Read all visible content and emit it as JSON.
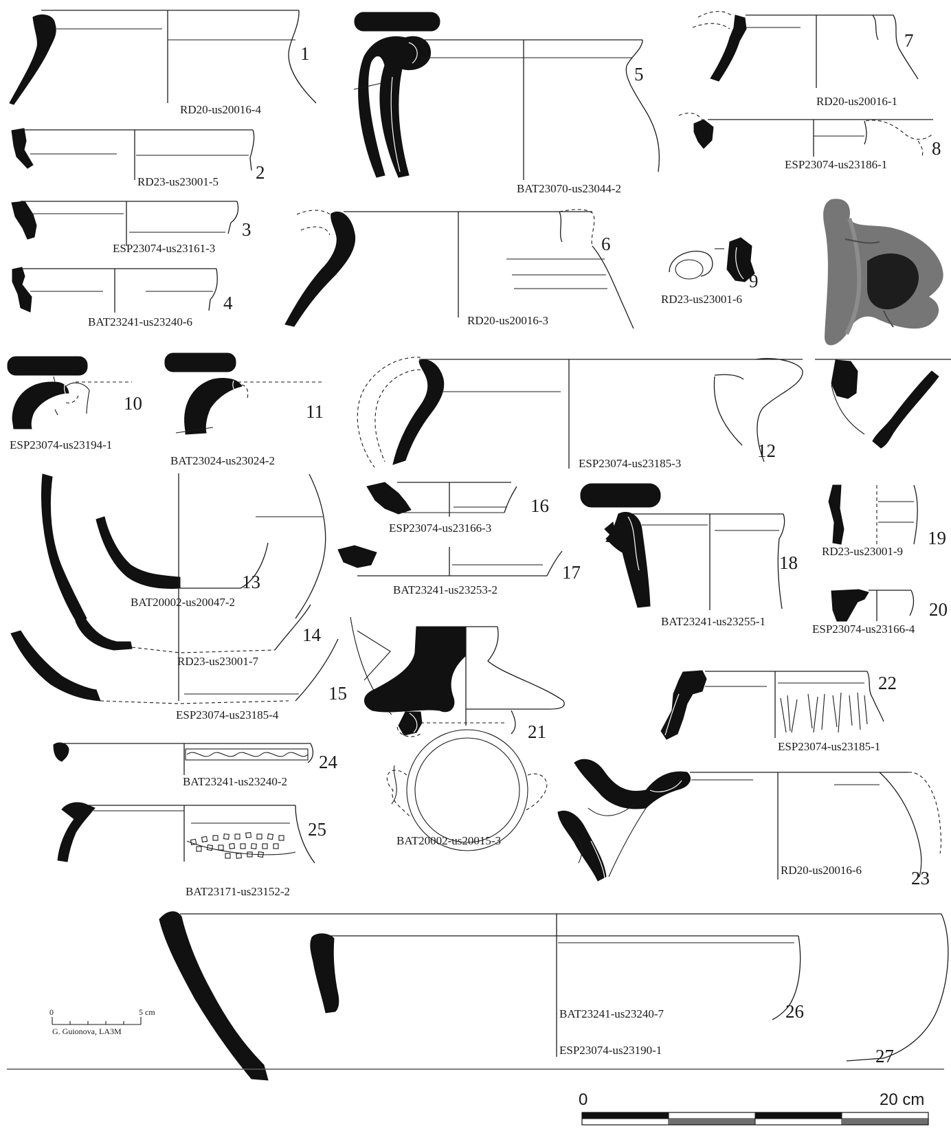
{
  "figure": {
    "title": "",
    "sherd_labels": [
      {
        "n": "1",
        "label": "RD20-us20016-4"
      },
      {
        "n": "2",
        "label": "RD23-us23001-5"
      },
      {
        "n": "3",
        "label": "ESP23074-us23161-3"
      },
      {
        "n": "4",
        "label": "BAT23241-us23240-6"
      },
      {
        "n": "5",
        "label": "BAT23070-us23044-2"
      },
      {
        "n": "6",
        "label": "RD20-us20016-3"
      },
      {
        "n": "7",
        "label": "RD20-us20016-1"
      },
      {
        "n": "8",
        "label": "ESP23074-us23186-1"
      },
      {
        "n": "9",
        "label": "RD23-us23001-6"
      },
      {
        "n": "10",
        "label": "ESP23074-us23194-1"
      },
      {
        "n": "11",
        "label": "BAT23024-us23024-2"
      },
      {
        "n": "12",
        "label": "ESP23074-us23185-3"
      },
      {
        "n": "13",
        "label": "BAT20002-us20047-2"
      },
      {
        "n": "14",
        "label": "RD23-us23001-7"
      },
      {
        "n": "15",
        "label": "ESP23074-us23185-4"
      },
      {
        "n": "16",
        "label": "ESP23074-us23166-3"
      },
      {
        "n": "17",
        "label": "BAT23241-us23253-2"
      },
      {
        "n": "18",
        "label": "BAT23241-us23255-1"
      },
      {
        "n": "19",
        "label": "RD23-us23001-9"
      },
      {
        "n": "20",
        "label": "ESP23074-us23166-4"
      },
      {
        "n": "21",
        "label": "BAT20002-us20015-3"
      },
      {
        "n": "22",
        "label": "ESP23074-us23185-1"
      },
      {
        "n": "23",
        "label": "RD20-us20016-6"
      },
      {
        "n": "24",
        "label": "BAT23241-us23240-2"
      },
      {
        "n": "25",
        "label": "BAT23171-us23152-2"
      },
      {
        "n": "26",
        "label": "BAT23241-us23240-7"
      },
      {
        "n": "27",
        "label": "ESP23074-us23190-1"
      }
    ],
    "small_scale": {
      "zero": "0",
      "end": "5 cm",
      "credit": "G. Guionova, LA3M"
    },
    "big_scale": {
      "zero": "0",
      "end": "20 cm"
    },
    "colors": {
      "ink": "#111111",
      "photo": "#6e6e6e"
    }
  }
}
